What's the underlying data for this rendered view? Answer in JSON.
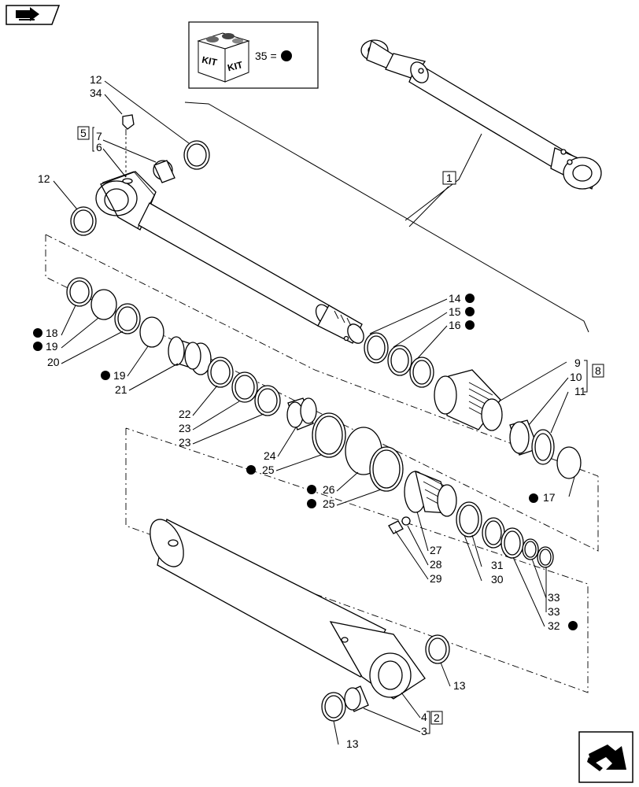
{
  "kit": {
    "icon_text_1": "KIT",
    "icon_text_2": "KIT",
    "label": "35 ="
  },
  "boxed_refs": {
    "assembly": "1",
    "rod_group": "5",
    "tube_group": "2",
    "nut_group": "8"
  },
  "callouts": {
    "c1": "12",
    "c2": "34",
    "c3": "7",
    "c4": "6",
    "c5": "12",
    "c6": "18",
    "c7": "19",
    "c8": "20",
    "c9": "19",
    "c10": "21",
    "c11": "22",
    "c12": "23",
    "c13": "23",
    "c14": "24",
    "c15": "25",
    "c16": "26",
    "c17": "25",
    "c18": "14",
    "c19": "15",
    "c20": "16",
    "c21": "9",
    "c22": "10",
    "c23": "11",
    "c24": "17",
    "c25": "27",
    "c26": "28",
    "c27": "29",
    "c28": "31",
    "c29": "30",
    "c30": "33",
    "c31": "33",
    "c32": "32",
    "c33": "13",
    "c34": "4",
    "c35": "3",
    "c36": "13"
  },
  "icons": {
    "top_left": "arrow-book-icon",
    "bottom_right": "next-page-arrow-icon"
  },
  "colors": {
    "line": "#000000",
    "background": "#ffffff"
  }
}
